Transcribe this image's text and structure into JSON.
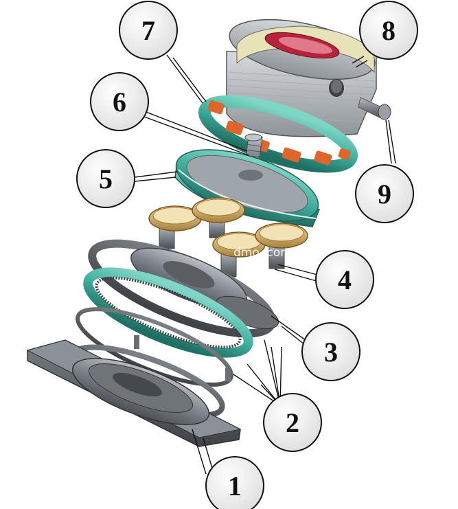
{
  "callouts": [
    {
      "label": "1"
    },
    {
      "label": "2"
    },
    {
      "label": "3"
    },
    {
      "label": "4"
    },
    {
      "label": "5"
    },
    {
      "label": "6"
    },
    {
      "label": "7"
    },
    {
      "label": "8"
    },
    {
      "label": "9"
    }
  ],
  "watermark": "dmo .com",
  "colors": {
    "teal": "#3fae9d",
    "orange": "#e0652a",
    "gold": "#c8a35a",
    "steel": "#8b9198",
    "dark_steel": "#55595e",
    "cream": "#e8e2b8",
    "callout_fill": "#f2f2f2"
  }
}
